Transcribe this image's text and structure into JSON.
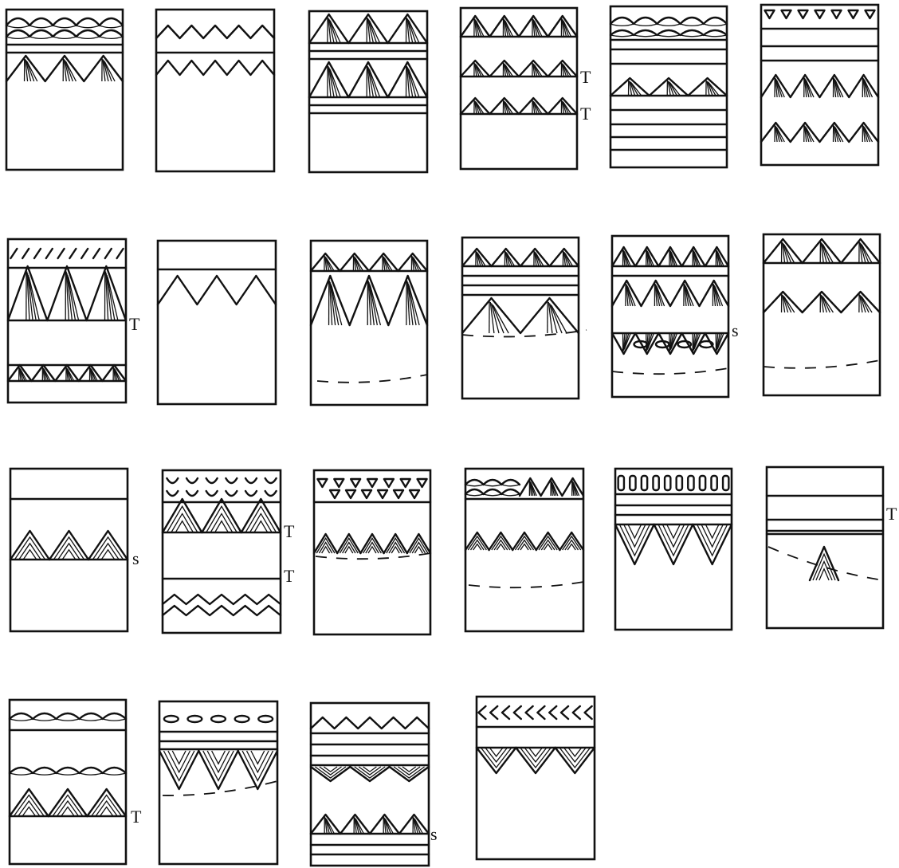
{
  "colors": {
    "ink": "#111111",
    "paper": "#ffffff"
  },
  "panels": [
    {
      "id": 1,
      "labels": []
    },
    {
      "id": 2,
      "labels": []
    },
    {
      "id": 3,
      "labels": []
    },
    {
      "id": 4,
      "labels": [
        "T",
        "T"
      ]
    },
    {
      "id": 5,
      "labels": []
    },
    {
      "id": 6,
      "labels": []
    },
    {
      "id": 7,
      "labels": [
        "T"
      ]
    },
    {
      "id": 8,
      "labels": []
    },
    {
      "id": 9,
      "labels": []
    },
    {
      "id": 10,
      "labels": []
    },
    {
      "id": 11,
      "labels": [
        "s"
      ]
    },
    {
      "id": 12,
      "labels": []
    },
    {
      "id": 13,
      "labels": [
        "s"
      ]
    },
    {
      "id": 14,
      "labels": [
        "T",
        "T"
      ]
    },
    {
      "id": 15,
      "labels": []
    },
    {
      "id": 16,
      "labels": []
    },
    {
      "id": 17,
      "labels": []
    },
    {
      "id": 18,
      "labels": [
        "T"
      ]
    },
    {
      "id": 19,
      "labels": [
        "T"
      ]
    },
    {
      "id": 20,
      "labels": []
    },
    {
      "id": 21,
      "labels": [
        "s"
      ]
    },
    {
      "id": 22,
      "labels": []
    }
  ]
}
